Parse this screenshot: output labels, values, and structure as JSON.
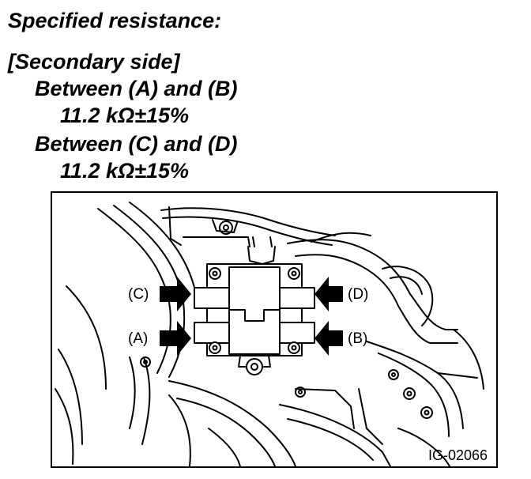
{
  "heading": "Specified resistance:",
  "section": "[Secondary side]",
  "measurements": [
    {
      "between": "Between (A) and (B)",
      "value": "11.2 kΩ±15%"
    },
    {
      "between": "Between (C) and (D)",
      "value": "11.2 kΩ±15%"
    }
  ],
  "figure": {
    "labels": {
      "a": "(A)",
      "b": "(B)",
      "c": "(C)",
      "d": "(D)"
    },
    "code": "IG-02066"
  }
}
